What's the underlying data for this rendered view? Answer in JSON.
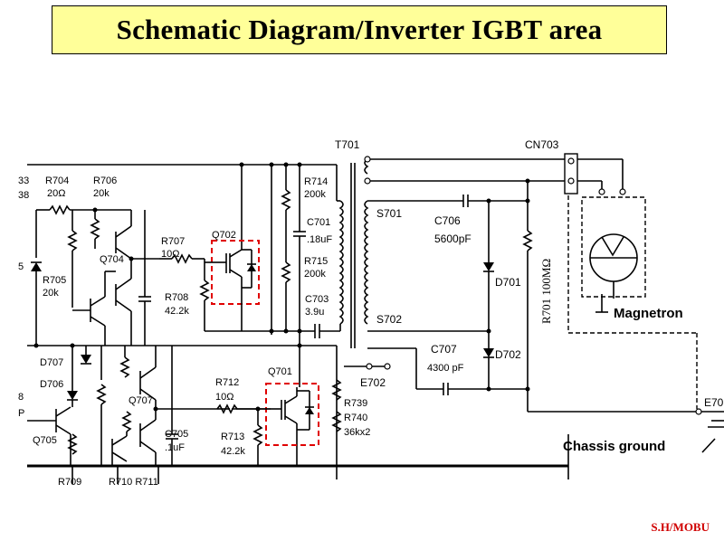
{
  "title": "Schematic Diagram/Inverter IGBT area",
  "footer": "S.H/MOBU",
  "labels": {
    "t701": "T701",
    "cn703": "CN703",
    "r704": "R704",
    "r704v": "20Ω",
    "r706": "R706",
    "r706v": "20k",
    "r714": "R714",
    "r714v": "200k",
    "c701": "C701",
    "c701v": ".18uF",
    "r715": "R715",
    "r715v": "200k",
    "c703": "C703",
    "c703v": "3.9u",
    "s701": "S701",
    "s702": "S702",
    "c706": "C706",
    "c706v": "5600pF",
    "r701": "R701  100MΩ",
    "d701": "D701",
    "d702": "D702",
    "c707": "C707",
    "c707v": "4300 pF",
    "magnetron": "Magnetron",
    "q702": "Q702",
    "q701": "Q701",
    "q704": "Q704",
    "q707": "Q707",
    "q705": "Q705",
    "r707": "R707",
    "r707v": "10Ω",
    "r708": "R708",
    "r708v": "42.2k",
    "r705": "R705",
    "r705v": "20k",
    "d707": "D707",
    "d706": "D706",
    "r712": "R712",
    "r712v": "10Ω",
    "r713": "R713",
    "r713v": "42.2k",
    "c705": "C705",
    "c705v": ".1uF",
    "r739": "R739",
    "r740": "R740",
    "r739v": "36kx2",
    "e702": "E702",
    "e70": "E70",
    "chassis": "Chassis ground",
    "r709": "R709",
    "r710": "R710  R711",
    "p33": "33",
    "p38": "38",
    "p5": "5",
    "p8": "8",
    "pP": "P"
  }
}
